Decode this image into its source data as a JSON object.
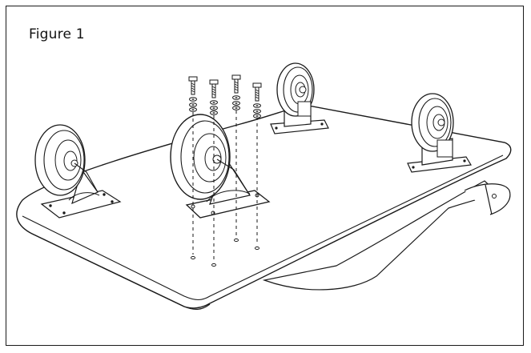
{
  "figure": {
    "title": "Figure 1"
  },
  "illustration": {
    "subject": "cart-deck-underside-with-casters",
    "caster_count": 4,
    "bolt_count": 4,
    "line_color": "#1a1a1a",
    "fill_color": "#ffffff"
  }
}
